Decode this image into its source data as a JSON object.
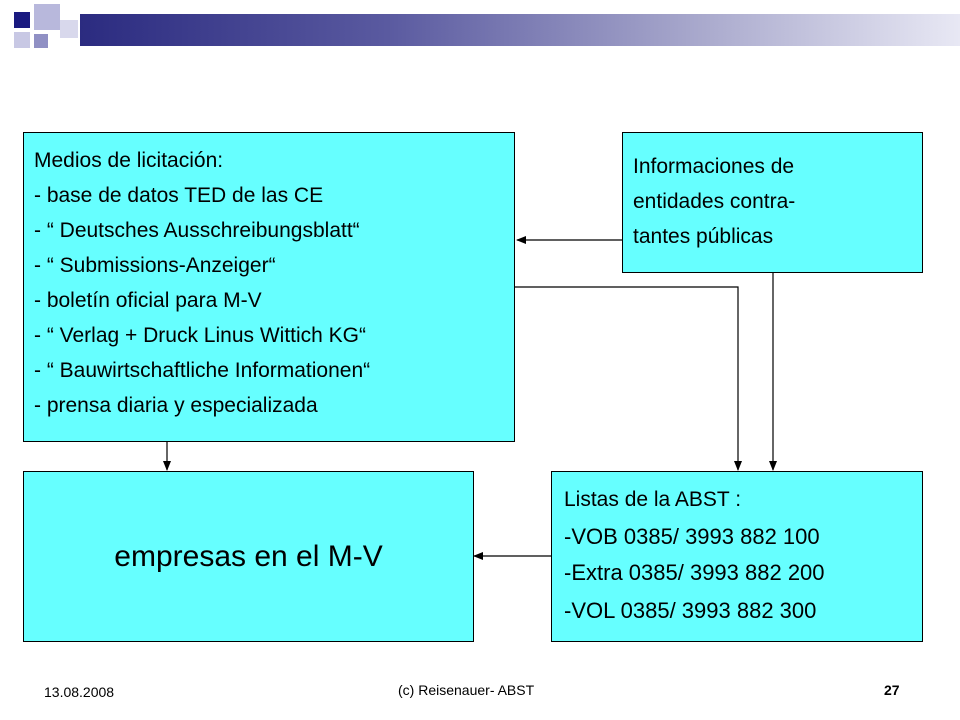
{
  "boxes": {
    "medios": {
      "lines": [
        "Medios de licitación:",
        "-   base de datos TED de las CE",
        "- “ Deutsches Ausschreibungsblatt“",
        "- “ Submissions-Anzeiger“",
        "-   boletín oficial para M-V",
        "- “ Verlag + Druck Linus Wittich KG“",
        "- “ Bauwirtschaftliche Informationen“",
        "-   prensa diaria y especializada"
      ]
    },
    "informaciones": {
      "lines": [
        "Informaciones de",
        "entidades contra-",
        "tantes públicas"
      ]
    },
    "empresas": {
      "label": "empresas en el M-V"
    },
    "listas": {
      "lines": [
        "Listas de la ABST :",
        "-VOB  0385/ 3993 882 100",
        "-Extra 0385/ 3993 882 200",
        "-VOL  0385/ 3993 882 300"
      ]
    }
  },
  "footer": {
    "date": "13.08.2008",
    "copyright": "(c) Reisenauer- ABST",
    "page": "27"
  },
  "colors": {
    "box_fill": "#66ffff",
    "header_dark": "#2b2b80"
  }
}
